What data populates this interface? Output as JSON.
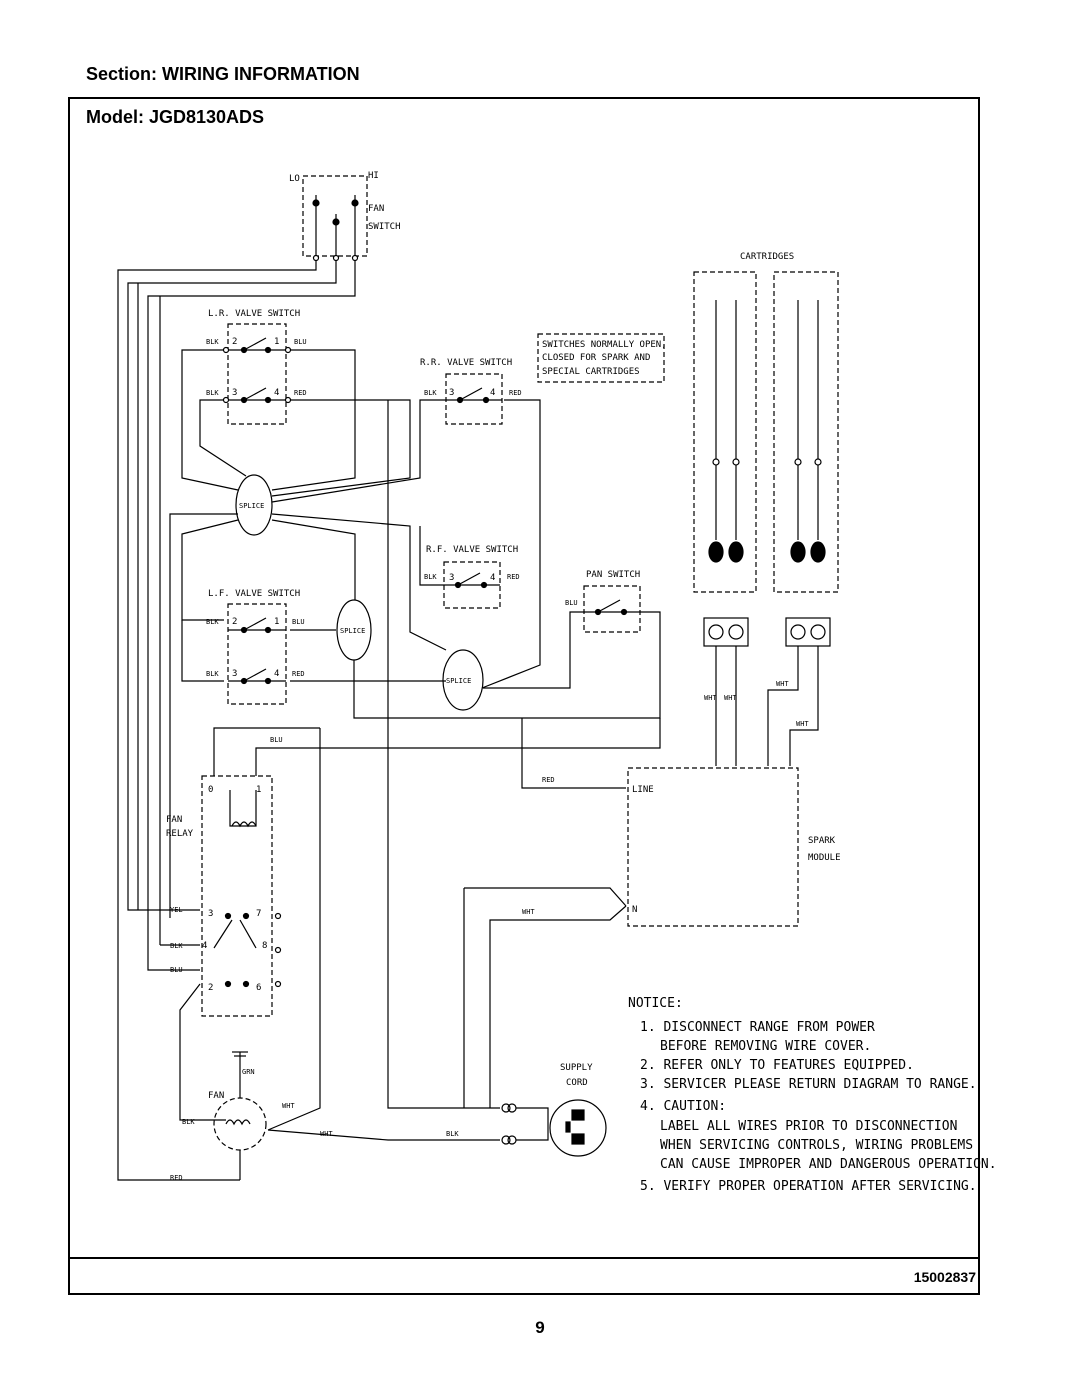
{
  "header": {
    "section": "Section:  WIRING INFORMATION",
    "model": "Model:  JGD8130ADS"
  },
  "diagram": {
    "fan_switch": {
      "lo": "LO",
      "hi": "HI",
      "label_1": "FAN",
      "label_2": "SWITCH"
    },
    "cartridges_label": "CARTRIDGES",
    "lr_valve_switch": "L.R. VALVE SWITCH",
    "rr_valve_switch": "R.R. VALVE SWITCH",
    "rf_valve_switch": "R.F. VALVE SWITCH",
    "lf_valve_switch": "L.F. VALVE SWITCH",
    "pan_switch": "PAN SWITCH",
    "switch_note": [
      "SWITCHES NORMALLY OPEN,",
      "CLOSED FOR SPARK AND",
      "SPECIAL CARTRIDGES"
    ],
    "splice": "SPLICE",
    "spark_module": {
      "label_1": "SPARK",
      "label_2": "MODULE",
      "line": "LINE",
      "n": "N"
    },
    "fan_relay": {
      "label_1": "FAN",
      "label_2": "RELAY"
    },
    "fan": "FAN",
    "supply_cord": {
      "label_1": "SUPPLY",
      "label_2": "CORD"
    },
    "wires": {
      "blk": "BLK",
      "blu": "BLU",
      "red": "RED",
      "wht": "WHT",
      "yel": "YEL",
      "grn": "GRN"
    },
    "terminals": {
      "t0": "0",
      "t1": "1",
      "t2": "2",
      "t3": "3",
      "t4": "4",
      "t6": "6",
      "t7": "7",
      "t8": "8"
    }
  },
  "notice": {
    "title": "NOTICE:",
    "items": [
      "1. DISCONNECT RANGE FROM POWER",
      "BEFORE REMOVING WIRE COVER.",
      "2. REFER ONLY TO FEATURES EQUIPPED.",
      "3. SERVICER PLEASE RETURN DIAGRAM TO RANGE.",
      "4. CAUTION:",
      "LABEL ALL WIRES PRIOR TO DISCONNECTION",
      "WHEN SERVICING CONTROLS, WIRING PROBLEMS",
      "CAN CAUSE IMPROPER AND DANGEROUS OPERATION.",
      "5. VERIFY PROPER OPERATION AFTER SERVICING."
    ]
  },
  "footer": {
    "doc_number": "15002837",
    "page_number": "9"
  }
}
